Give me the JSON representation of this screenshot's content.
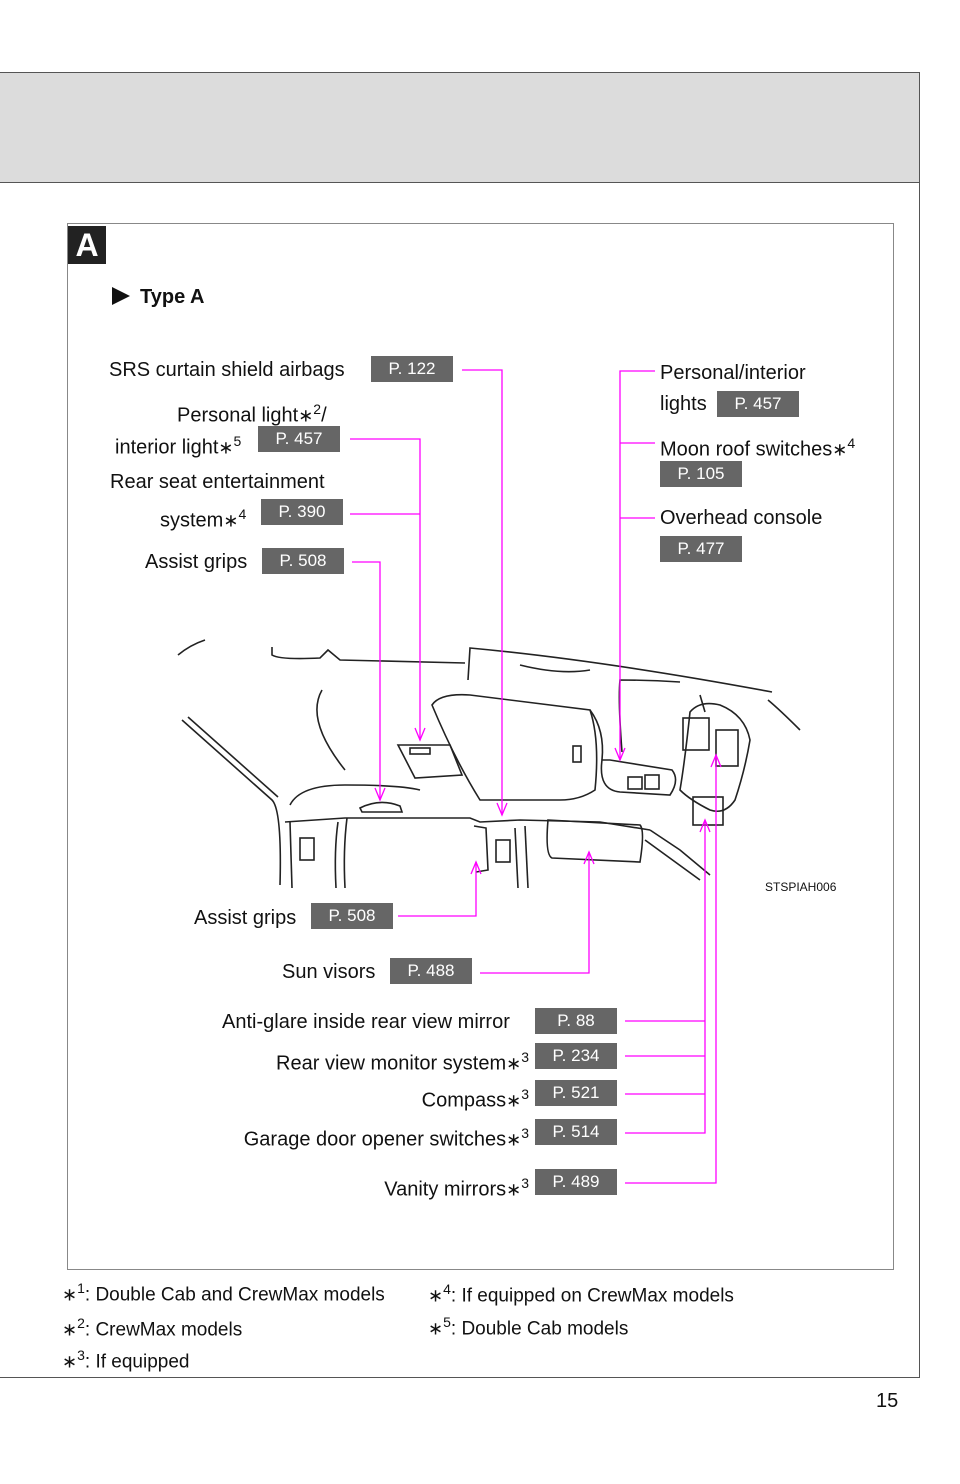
{
  "section_badge": "A",
  "type_heading": "Type A",
  "image_code": "STSPIAH006",
  "page_number": "15",
  "labels": {
    "srs": {
      "text": "SRS curtain shield airbags",
      "page": "P. 122"
    },
    "personal_light": {
      "line1": "Personal light",
      "sup1": "2",
      "slash": "/",
      "line2": "interior light",
      "sup2": "5",
      "page": "P. 457"
    },
    "rear_seat": {
      "line1": "Rear seat entertainment",
      "line2": "system",
      "sup": "4",
      "page": "P. 390"
    },
    "assist_grips_top": {
      "text": "Assist grips",
      "page": "P. 508"
    },
    "personal_interior": {
      "line1": "Personal/interior",
      "line2": "lights",
      "page": "P. 457"
    },
    "moon_roof": {
      "text": "Moon roof switches",
      "sup": "4",
      "page": "P. 105"
    },
    "overhead": {
      "text": "Overhead console",
      "page": "P. 477"
    },
    "assist_grips_bottom": {
      "text": "Assist grips",
      "page": "P. 508"
    },
    "sun_visors": {
      "text": "Sun visors",
      "page": "P. 488"
    },
    "anti_glare": {
      "text": "Anti-glare inside rear view mirror",
      "page": "P. 88"
    },
    "rear_monitor": {
      "text": "Rear view monitor system",
      "sup": "3",
      "page": "P. 234"
    },
    "compass": {
      "text": "Compass",
      "sup": "3",
      "page": "P. 521"
    },
    "garage": {
      "text": "Garage door opener switches",
      "sup": "3",
      "page": "P. 514"
    },
    "vanity": {
      "text": "Vanity mirrors",
      "sup": "3",
      "page": "P. 489"
    }
  },
  "asterisk": "∗",
  "footnotes": [
    {
      "num": "1",
      "text": ": Double Cab and CrewMax models"
    },
    {
      "num": "2",
      "text": ": CrewMax models"
    },
    {
      "num": "3",
      "text": ": If equipped"
    },
    {
      "num": "4",
      "text": ": If equipped on CrewMax models"
    },
    {
      "num": "5",
      "text": ": Double Cab models"
    }
  ],
  "colors": {
    "leader": "#ff00ff",
    "badge": "#666666",
    "band": "#dcdcdc"
  }
}
